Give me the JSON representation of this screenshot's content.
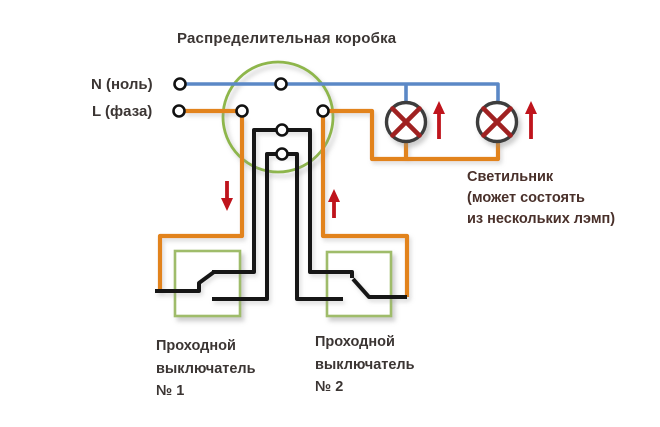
{
  "diagram": {
    "title": "Распределительная коробка",
    "neutral_label": "N (ноль)",
    "phase_label": "L (фаза)",
    "lamp_label": "Светильник\n(может состоять\nиз нескольких лэмп)",
    "switch1_label": "Проходной\nвыключатель\n№ 1",
    "switch2_label": "Проходной\nвыключатель\n№ 2",
    "colors": {
      "neutral_wire": "#5b88c6",
      "phase_wire": "#e2831e",
      "traveler_wire": "#161616",
      "junction_box_stroke": "#8eb64c",
      "switch_box_stroke": "#9fbc6b",
      "lamp_outline": "#3d3d3d",
      "lamp_cross": "#a02121",
      "terminal_stroke": "#111111",
      "terminal_fill": "#ffffff",
      "arrow": "#bf141c",
      "label_text": "#3b3533",
      "lamp_label_text": "#49302a"
    }
  }
}
